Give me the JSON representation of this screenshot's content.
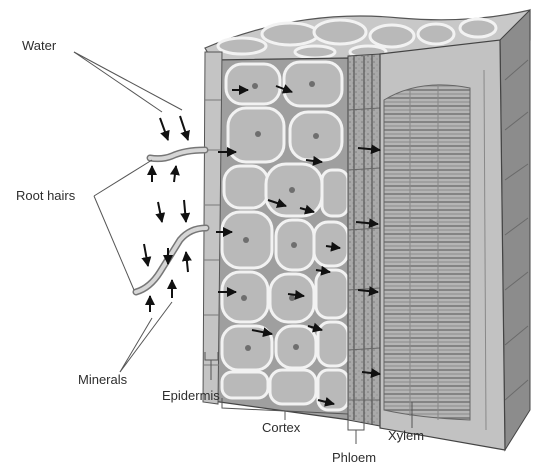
{
  "labels": {
    "water": "Water",
    "root_hairs": "Root hairs",
    "minerals": "Minerals",
    "epidermis": "Epidermis",
    "cortex": "Cortex",
    "phloem": "Phloem",
    "xylem": "Xylem"
  },
  "colors": {
    "tissue_light": "#d0d0d0",
    "tissue_mid": "#a8a8a8",
    "tissue_dark": "#7a7a7a",
    "arrow": "#111111",
    "text": "#2e2e2e"
  }
}
